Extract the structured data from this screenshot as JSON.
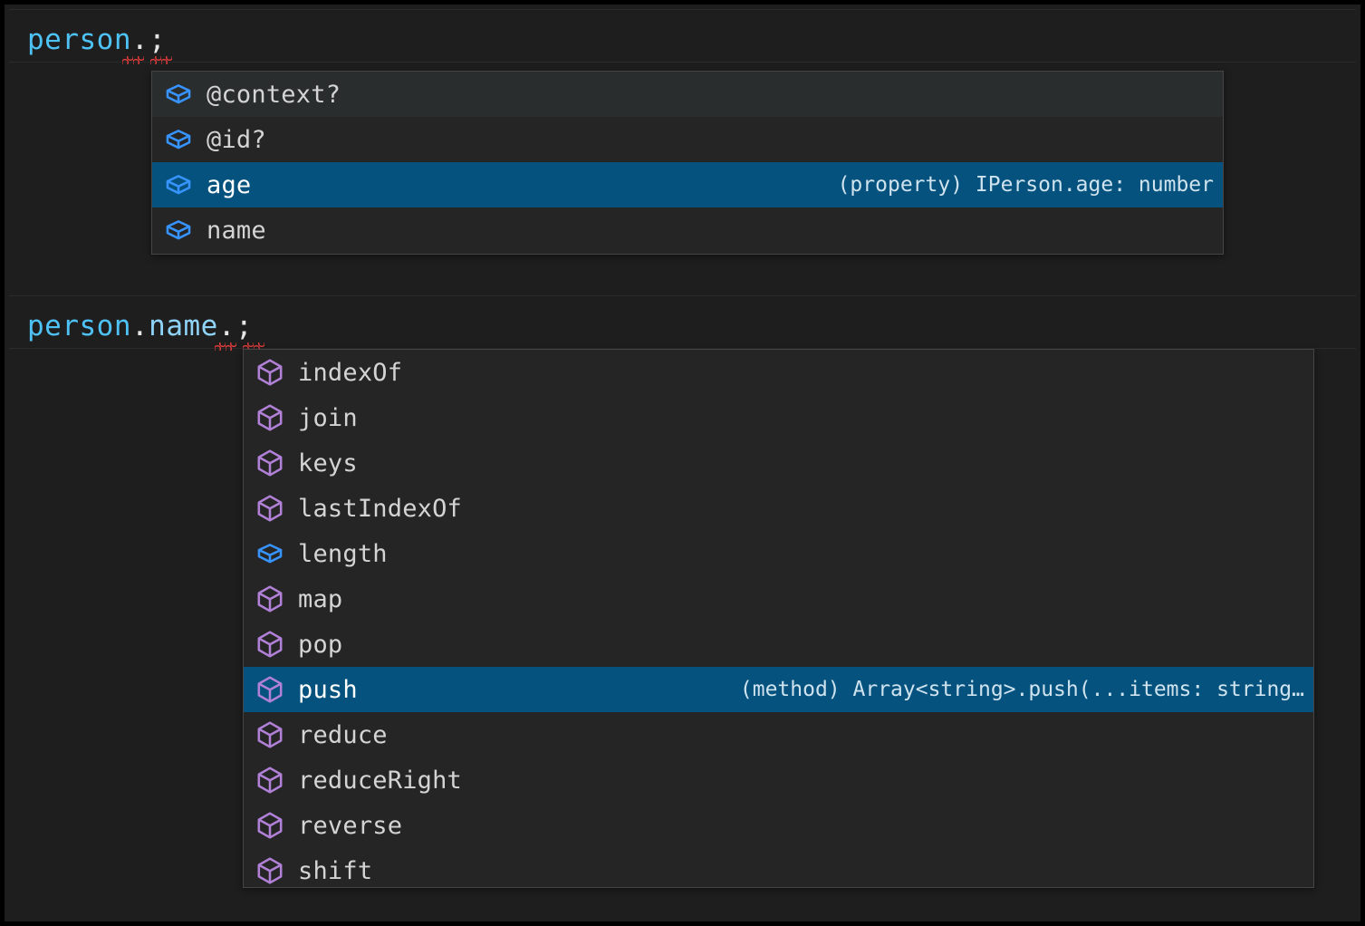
{
  "editor": {
    "lines": [
      {
        "id": "line-1",
        "segments": [
          {
            "text": "person",
            "kind": "variable"
          },
          {
            "text": ".",
            "kind": "punct"
          },
          {
            "text": ";",
            "kind": "punct"
          }
        ],
        "plain": "person.;"
      },
      {
        "id": "line-2",
        "segments": [
          {
            "text": "person",
            "kind": "variable"
          },
          {
            "text": ".",
            "kind": "punct"
          },
          {
            "text": "name",
            "kind": "property"
          },
          {
            "text": ".",
            "kind": "punct"
          },
          {
            "text": ";",
            "kind": "punct"
          }
        ],
        "plain": "person.name.;"
      }
    ]
  },
  "colors": {
    "editor_background": "#1e1e1e",
    "widget_background": "#252526",
    "widget_border": "#454545",
    "selection_blue": "#04527d",
    "hover_gray": "#2a2d2e",
    "variable_blue": "#4ec2f5",
    "property_blue": "#8fd3f7",
    "icon_property": "#3794ff",
    "icon_method": "#b180d7",
    "error_squiggle": "#e03b3b",
    "text_default": "#d4d4d4"
  },
  "suggest_properties": {
    "name": "person-properties-suggest",
    "items": [
      {
        "label": "@context?",
        "icon": "property-cube-icon",
        "icon_kind": "property",
        "detail": "",
        "state": "hovered"
      },
      {
        "label": "@id?",
        "icon": "property-cube-icon",
        "icon_kind": "property",
        "detail": "",
        "state": "normal"
      },
      {
        "label": "age",
        "icon": "property-cube-icon",
        "icon_kind": "property",
        "detail": "(property) IPerson.age: number",
        "state": "focused"
      },
      {
        "label": "name",
        "icon": "property-cube-icon",
        "icon_kind": "property",
        "detail": "",
        "state": "normal"
      }
    ]
  },
  "suggest_members": {
    "name": "string-array-members-suggest",
    "items": [
      {
        "label": "indexOf",
        "icon": "method-cube-icon",
        "icon_kind": "method",
        "detail": "",
        "state": "normal"
      },
      {
        "label": "join",
        "icon": "method-cube-icon",
        "icon_kind": "method",
        "detail": "",
        "state": "normal"
      },
      {
        "label": "keys",
        "icon": "method-cube-icon",
        "icon_kind": "method",
        "detail": "",
        "state": "normal"
      },
      {
        "label": "lastIndexOf",
        "icon": "method-cube-icon",
        "icon_kind": "method",
        "detail": "",
        "state": "normal"
      },
      {
        "label": "length",
        "icon": "property-cube-icon",
        "icon_kind": "property",
        "detail": "",
        "state": "normal"
      },
      {
        "label": "map",
        "icon": "method-cube-icon",
        "icon_kind": "method",
        "detail": "",
        "state": "normal"
      },
      {
        "label": "pop",
        "icon": "method-cube-icon",
        "icon_kind": "method",
        "detail": "",
        "state": "normal"
      },
      {
        "label": "push",
        "icon": "method-cube-icon",
        "icon_kind": "method",
        "detail": "(method) Array<string>.push(...items: string…",
        "state": "focused"
      },
      {
        "label": "reduce",
        "icon": "method-cube-icon",
        "icon_kind": "method",
        "detail": "",
        "state": "normal"
      },
      {
        "label": "reduceRight",
        "icon": "method-cube-icon",
        "icon_kind": "method",
        "detail": "",
        "state": "normal"
      },
      {
        "label": "reverse",
        "icon": "method-cube-icon",
        "icon_kind": "method",
        "detail": "",
        "state": "normal"
      },
      {
        "label": "shift",
        "icon": "method-cube-icon",
        "icon_kind": "method",
        "detail": "",
        "state": "normal"
      }
    ]
  }
}
